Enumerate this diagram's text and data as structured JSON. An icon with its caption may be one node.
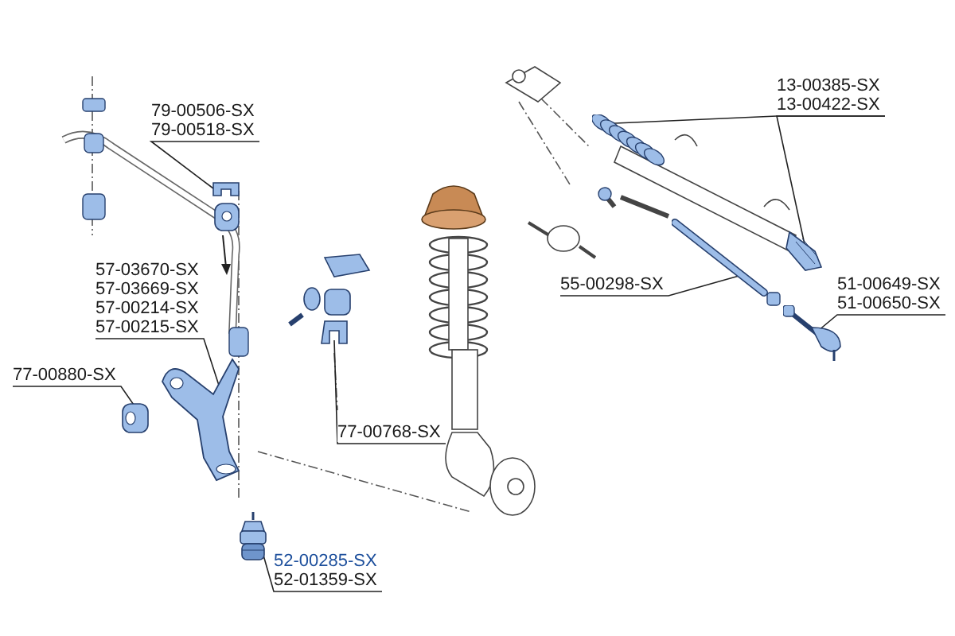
{
  "diagram": {
    "nodes": [
      {
        "text": [
          "79-00506-SX",
          "79-00518-SX"
        ]
      },
      {
        "text": [
          "13-00385-SX",
          "13-00422-SX"
        ]
      },
      {
        "text": [
          "57-03670-SX",
          "57-03669-SX",
          "57-00214-SX",
          "57-00215-SX"
        ]
      },
      {
        "text": [
          "55-00298-SX"
        ]
      },
      {
        "text": [
          "51-00649-SX",
          "51-00650-SX"
        ]
      },
      {
        "text": [
          "77-00880-SX"
        ]
      },
      {
        "text": [
          "77-00768-SX"
        ]
      },
      {
        "text": [
          "52-00285-SX",
          "52-01359-SX"
        ]
      },
      {
        "text": [],
        "shape": "picture"
      },
      {
        "text": [],
        "shape": "picture"
      },
      {
        "text": [],
        "shape": "picture"
      },
      {
        "text": [],
        "shape": "picture"
      },
      {
        "text": [],
        "shape": "picture"
      },
      {
        "text": [],
        "shape": "picture"
      },
      {
        "text": [],
        "shape": "picture"
      },
      {
        "text": [],
        "shape": "picture"
      },
      {
        "text": [],
        "shape": "picture"
      }
    ],
    "edges": [
      {
        "from": 0,
        "to": 8,
        "arrow": "none"
      },
      {
        "from": 1,
        "to": 9,
        "arrow": "none"
      },
      {
        "from": 1,
        "to": 10,
        "arrow": "none"
      },
      {
        "from": 2,
        "to": 11,
        "arrow": "none"
      },
      {
        "from": 3,
        "to": 12,
        "arrow": "none"
      },
      {
        "from": 4,
        "to": 13,
        "arrow": "none"
      },
      {
        "from": 5,
        "to": 14,
        "arrow": "none"
      },
      {
        "from": 6,
        "to": 15,
        "arrow": "none"
      },
      {
        "from": 7,
        "to": 16,
        "arrow": "none"
      }
    ]
  }
}
